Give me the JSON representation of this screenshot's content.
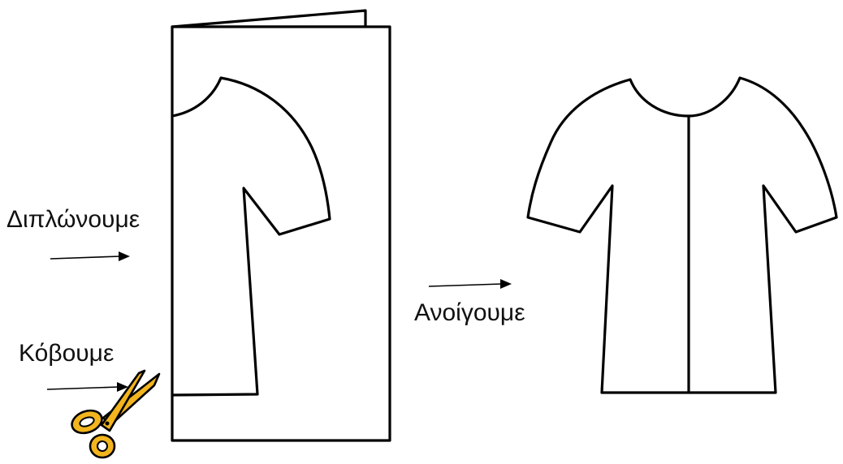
{
  "steps": {
    "fold_label": "Διπλώνουμε",
    "cut_label": "Κόβουμε",
    "open_label": "Ανοίγουμε"
  },
  "icons": {
    "scissors": "scissors-icon"
  },
  "colors": {
    "scissors_fill": "#f2b51e",
    "outline": "#000000",
    "background": "#ffffff"
  }
}
